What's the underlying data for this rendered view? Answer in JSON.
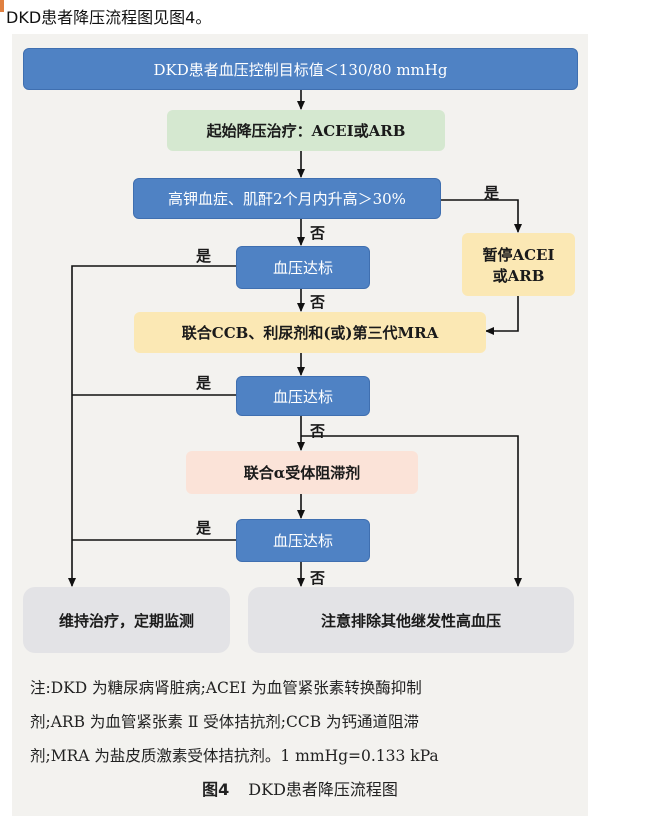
{
  "caption_top": "DKD患者降压流程图见图4。",
  "nodes": {
    "target": "DKD患者血压控制目标值＜130/80 mmHg",
    "start": "起始降压治疗：ACEI或ARB",
    "check": "高钾血症、肌酐2个月内升高＞30%",
    "pause_line1": "暂停ACEI",
    "pause_line2": "或ARB",
    "bp1": "血压达标",
    "combo1": "联合CCB、利尿剂和(或)第三代MRA",
    "bp2": "血压达标",
    "combo2": "联合α受体阻滞剂",
    "bp3": "血压达标",
    "maintain": "维持治疗，定期监测",
    "secondary": "注意排除其他继发性高血压"
  },
  "labels": {
    "yes": "是",
    "no": "否"
  },
  "notes": {
    "line1": "注:DKD 为糖尿病肾脏病;ACEI 为血管紧张素转换酶抑制",
    "line2": "剂;ARB 为血管紧张素 Ⅱ 受体拮抗剂;CCB 为钙通道阻滞",
    "line3": "剂;MRA 为盐皮质激素受体拮抗剂。1 mmHg=0.133 kPa"
  },
  "figure_caption": {
    "number": "图4",
    "title": "DKD患者降压流程图"
  },
  "colors": {
    "blue": "#4f82c4",
    "green": "#d5e8d0",
    "yellow": "#fbe8b4",
    "pink": "#fbe3d8",
    "grey": "#e3e3e6",
    "panel": "#f3f2ef"
  }
}
